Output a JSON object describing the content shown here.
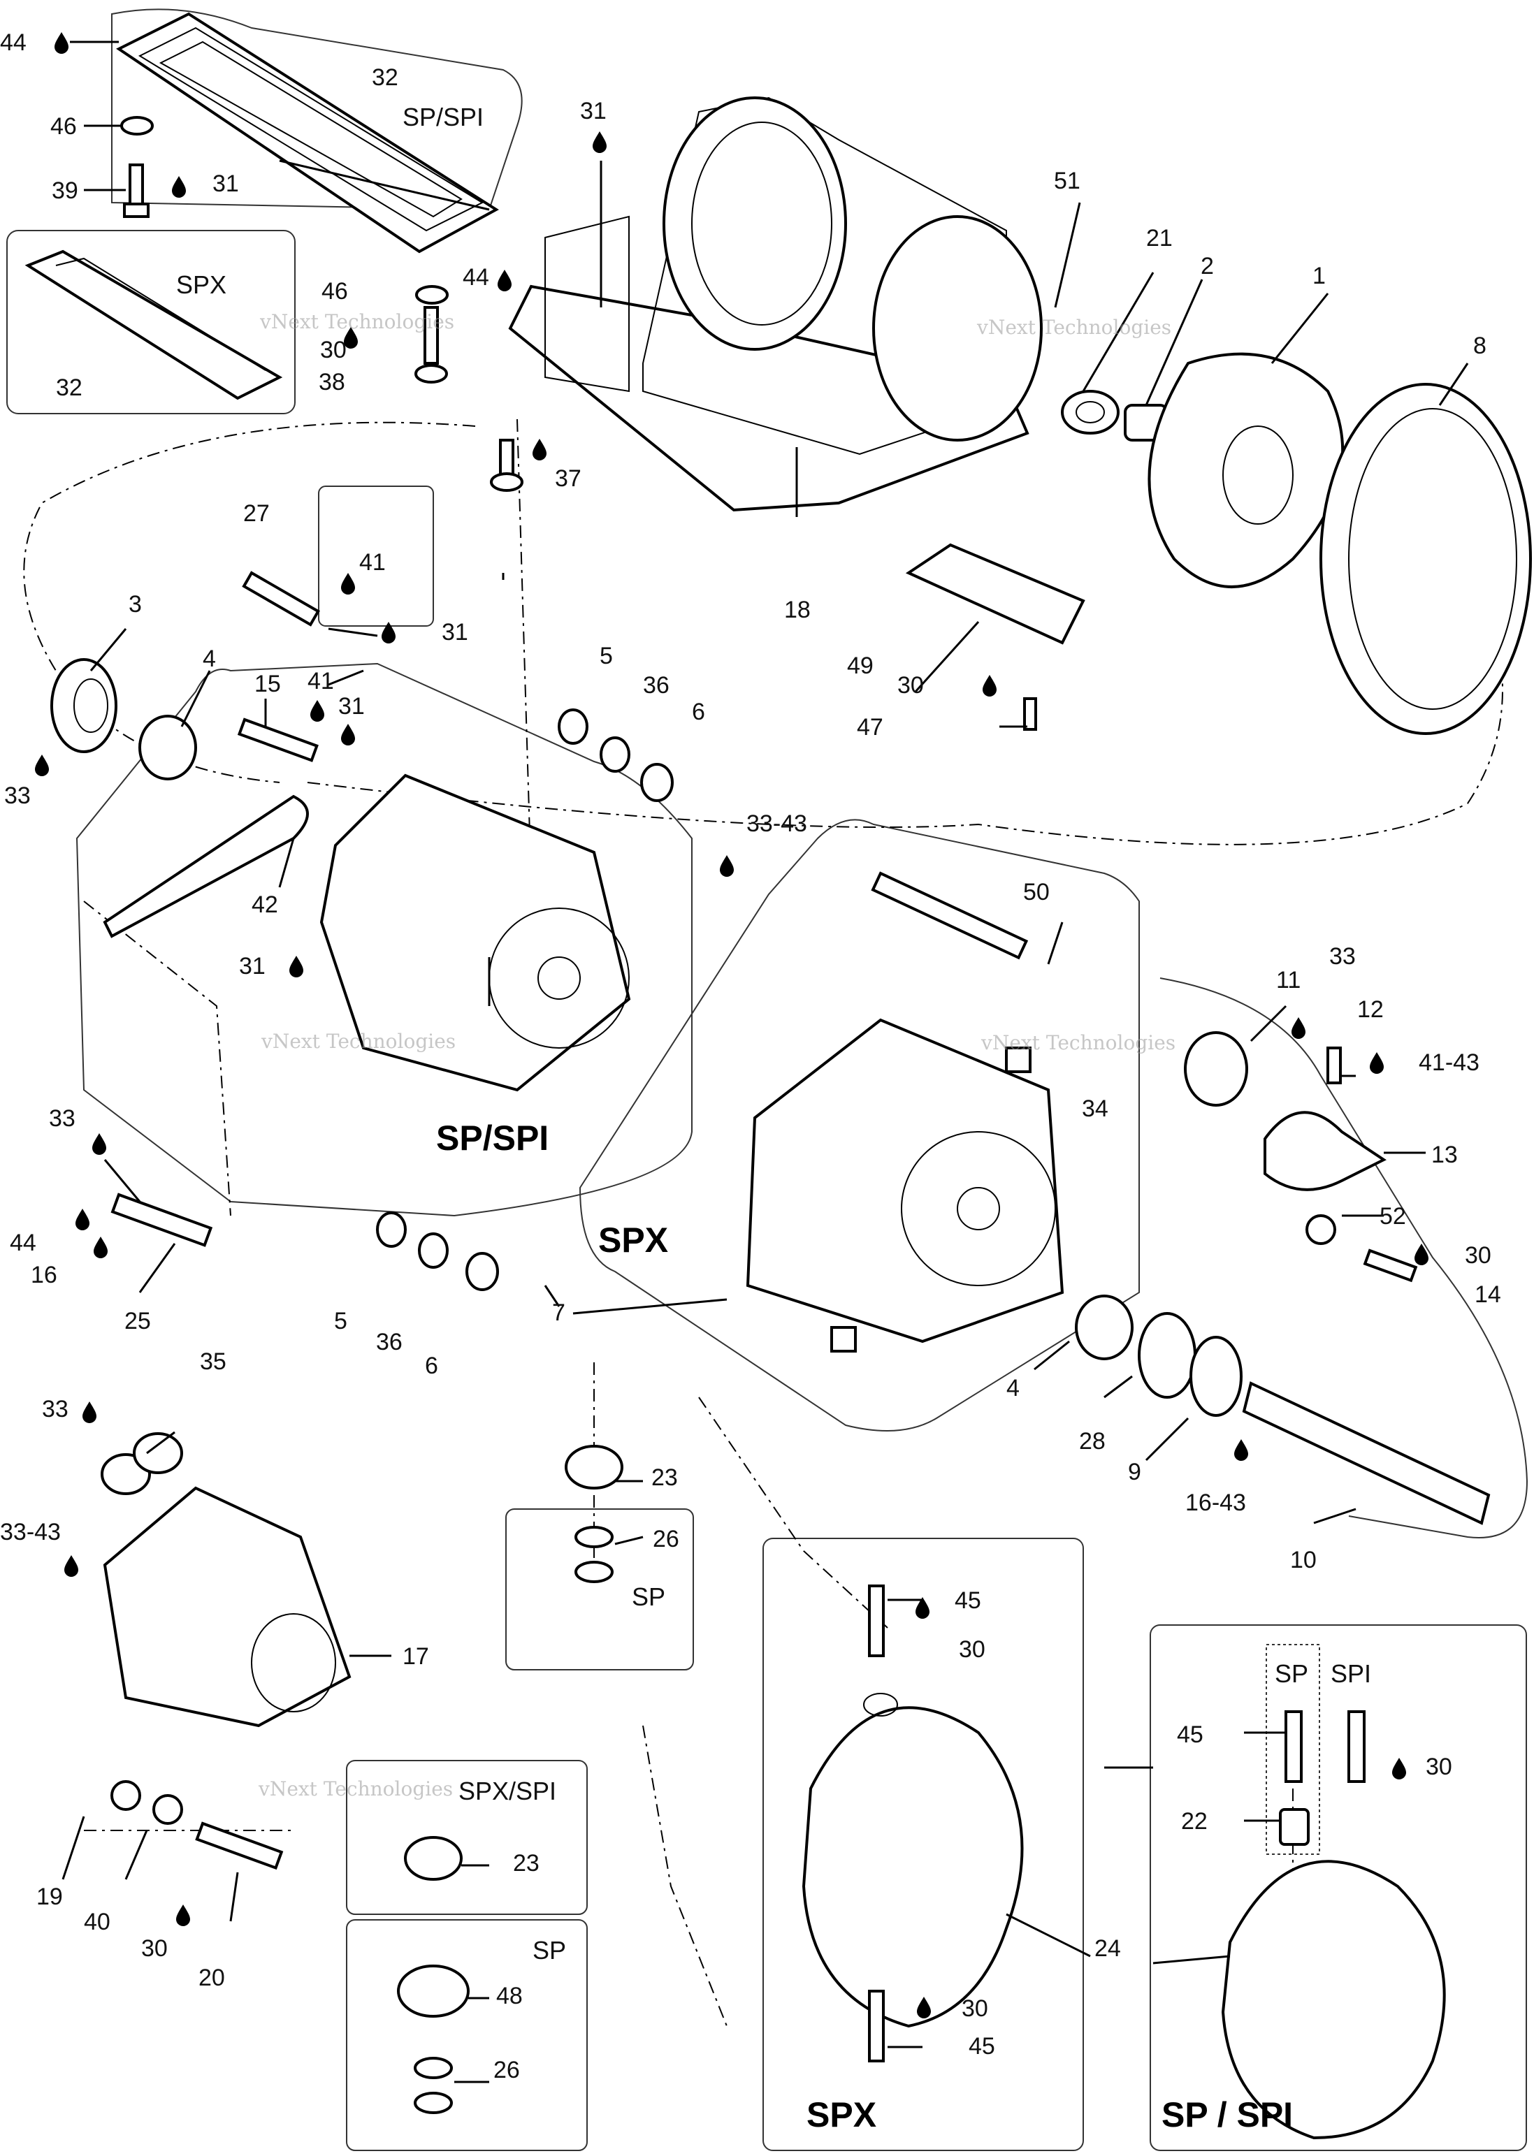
{
  "callouts": [
    "44",
    "46",
    "39",
    "31",
    "32",
    "SP/SPI",
    "SPX",
    "46",
    "30",
    "38",
    "44",
    "31",
    "51",
    "21",
    "2",
    "1",
    "8",
    "37",
    "18",
    "27",
    "41",
    "31",
    "3",
    "4",
    "15",
    "41",
    "31",
    "5",
    "36",
    "6",
    "49",
    "30",
    "47",
    "33",
    "42",
    "33-43",
    "31",
    "50",
    "11",
    "33",
    "12",
    "41-43",
    "13",
    "34",
    "52",
    "30",
    "14",
    "33",
    "44",
    "16",
    "25",
    "5",
    "36",
    "6",
    "7",
    "4",
    "28",
    "9",
    "16-43",
    "10",
    "35",
    "33",
    "23",
    "33-43",
    "26",
    "SP",
    "17",
    "45",
    "30",
    "SP",
    "SPI",
    "45",
    "30",
    "22",
    "19",
    "40",
    "30",
    "20",
    "SPX/SPI",
    "23",
    "SP",
    "48",
    "26",
    "24",
    "30",
    "45",
    "32"
  ],
  "sections": {
    "sp_spi_mid": "SP/SPI",
    "spx_mid": "SPX",
    "spx_bottom": "SPX",
    "sp_spi_bottom": "SP / SPI"
  },
  "watermarks": [
    "vNext Technologies",
    "vNext Technologies",
    "vNext Technologies",
    "vNext Technologies",
    "vNext Technologies"
  ],
  "icons": {
    "lubricant": "oil-drop-icon"
  }
}
